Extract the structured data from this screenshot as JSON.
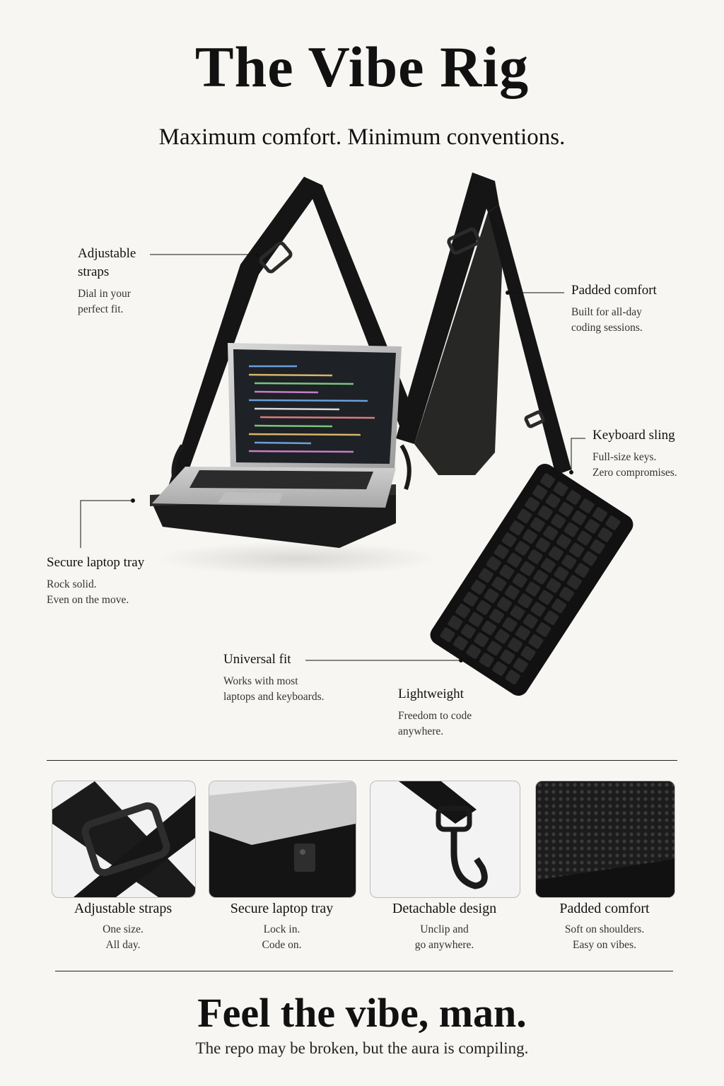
{
  "header": {
    "title": "The Vibe Rig",
    "subtitle": "Maximum comfort. Minimum conventions."
  },
  "callouts": {
    "adjustable": {
      "title_line1": "Adjustable",
      "title_line2": "straps",
      "desc_line1": "Dial in your",
      "desc_line2": "perfect fit."
    },
    "padded": {
      "title": "Padded comfort",
      "desc_line1": "Built for all-day",
      "desc_line2": "coding sessions."
    },
    "keyboard": {
      "title": "Keyboard sling",
      "desc_line1": "Full-size keys.",
      "desc_line2": "Zero compromises."
    },
    "tray": {
      "title": "Secure laptop tray",
      "desc_line1": "Rock solid.",
      "desc_line2": "Even on the move."
    },
    "universal": {
      "title": "Universal fit",
      "desc_line1": "Works with most",
      "desc_line2": "laptops and keyboards."
    },
    "lightweight": {
      "title": "Lightweight",
      "desc_line1": "Freedom to code",
      "desc_line2": "anywhere."
    }
  },
  "features": [
    {
      "title": "Adjustable straps",
      "desc_line1": "One size.",
      "desc_line2": "All day.",
      "icon": "strap-buckle-image"
    },
    {
      "title": "Secure laptop tray",
      "desc_line1": "Lock in.",
      "desc_line2": "Code on.",
      "icon": "laptop-tray-image"
    },
    {
      "title": "Detachable design",
      "desc_line1": "Unclip and",
      "desc_line2": "go anywhere.",
      "icon": "clip-hook-image"
    },
    {
      "title": "Padded comfort",
      "desc_line1": "Soft on shoulders.",
      "desc_line2": "Easy on vibes.",
      "icon": "mesh-padding-image"
    }
  ],
  "footer": {
    "tagline": "Feel the vibe, man.",
    "subtagline": "The repo may be broken, but the aura is compiling."
  },
  "colors": {
    "background": "#f7f6f3",
    "strap": "#141414",
    "text": "#111111"
  }
}
